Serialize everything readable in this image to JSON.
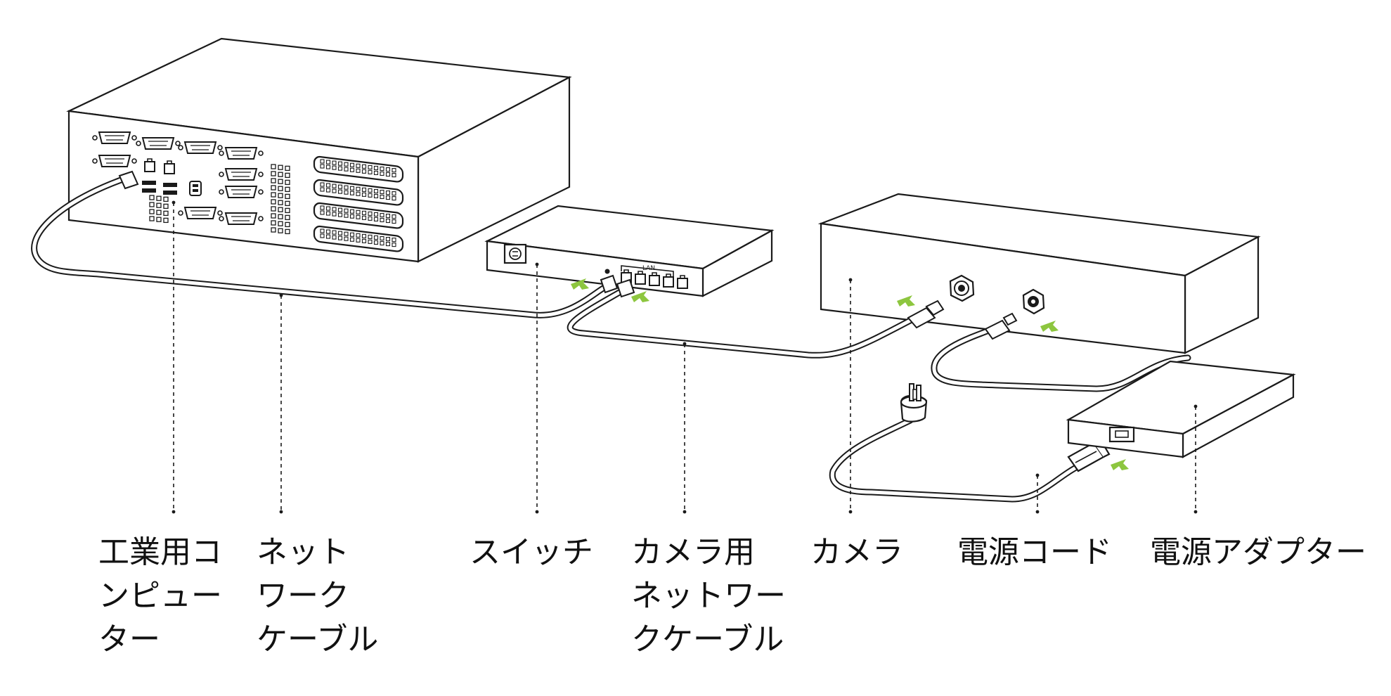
{
  "diagram": {
    "accent_color": "#8dc63f",
    "line_color": "#1a1a1a",
    "devices": [
      {
        "id": "computer",
        "name": "工業用コンピューター",
        "icon": "industrial-pc"
      },
      {
        "id": "switch",
        "name": "スイッチ",
        "icon": "network-switch",
        "port_group_label": "LAN"
      },
      {
        "id": "camera",
        "name": "カメラ",
        "icon": "camera-box"
      },
      {
        "id": "adapter",
        "name": "電源アダプター",
        "icon": "power-adapter"
      }
    ],
    "cables": [
      {
        "id": "network-cable",
        "name": "ネットワークケーブル",
        "from": "computer",
        "to": "switch"
      },
      {
        "id": "camera-network-cable",
        "name": "カメラ用ネットワークケーブル",
        "from": "switch",
        "to": "camera"
      },
      {
        "id": "adapter-cable",
        "name": "",
        "from": "adapter",
        "to": "camera"
      },
      {
        "id": "power-cord",
        "name": "電源コード",
        "from": "plug",
        "to": "adapter"
      }
    ]
  },
  "labels": [
    {
      "id": "computer",
      "lines": [
        "工業用コ",
        "ンピュー",
        "ター"
      ]
    },
    {
      "id": "network-cable",
      "lines": [
        "ネット",
        "ワーク",
        "ケーブル"
      ]
    },
    {
      "id": "switch",
      "lines": [
        "スイッチ"
      ]
    },
    {
      "id": "camera-network-cable",
      "lines": [
        "カメラ用",
        "ネットワー",
        "クケーブル"
      ]
    },
    {
      "id": "camera",
      "lines": [
        "カメラ"
      ]
    },
    {
      "id": "power-cord",
      "lines": [
        "電源コード"
      ]
    },
    {
      "id": "adapter",
      "lines": [
        "電源アダプター"
      ]
    }
  ]
}
